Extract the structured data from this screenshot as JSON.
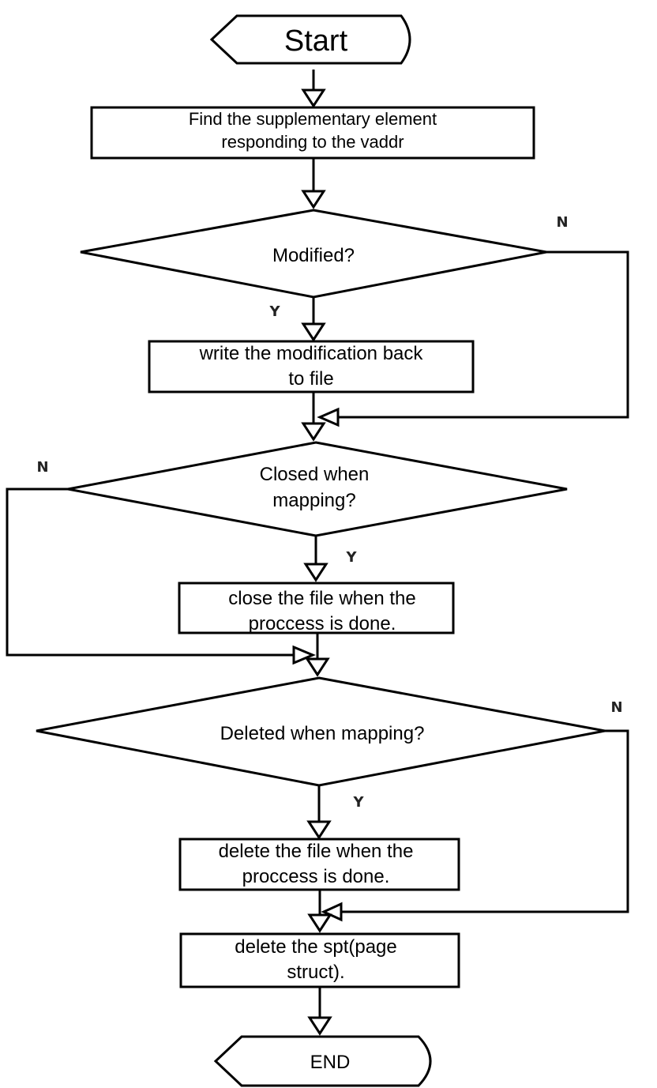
{
  "start": {
    "label": "Start"
  },
  "end": {
    "label": "END"
  },
  "steps": {
    "find": {
      "line1": "Find the supplementary element",
      "line2": "responding to the vaddr"
    },
    "write_back": {
      "line1": "write the modification back",
      "line2": "to file"
    },
    "close_file": {
      "line1": "close the file when the",
      "line2": "proccess is done."
    },
    "delete_file": {
      "line1": "delete the file when the",
      "line2": "proccess is done."
    },
    "delete_spt": {
      "line1": "delete the spt(page",
      "line2": "struct)."
    }
  },
  "decisions": {
    "modified": {
      "line1": "Modified?",
      "yes": "Y",
      "no": "N"
    },
    "closed": {
      "line1": "Closed when",
      "line2": "mapping?",
      "yes": "Y",
      "no": "N"
    },
    "deleted": {
      "line1": "Deleted when mapping?",
      "yes": "Y",
      "no": "N"
    }
  }
}
